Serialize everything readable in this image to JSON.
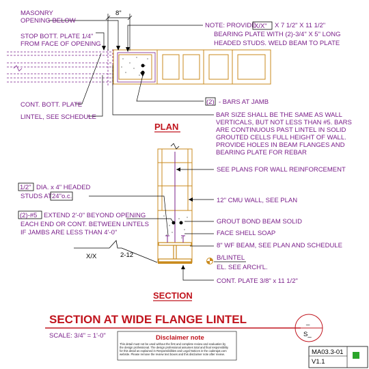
{
  "plan": {
    "title": "PLAN",
    "dim_8": "8\"",
    "masonry_line1": "MASONRY",
    "masonry_line2": "OPENING BELOW",
    "stop_line1": "STOP BOTT. PLATE 1/4\"",
    "stop_line2": "FROM FACE OF OPENING",
    "cont_bott_plate": "CONT. BOTT. PLATE",
    "lintel_schedule": "LINTEL, SEE SCHEDULE",
    "note_line1_a": "NOTE: PROVIDE",
    "note_line1_box": "X/X\"",
    "note_line1_b": "X 7 1/2\" X 11 1/2\"",
    "note_line2": "BEARING PLATE WITH (2)-3/4\" X 5\" LONG",
    "note_line3": "HEADED STUDS. WELD BEAM TO PLATE",
    "bars_box": "(2)",
    "bars_text": "- BARS AT JAMB",
    "bar_size_lines": [
      "BAR SIZE SHALL BE THE SAME AS WALL",
      "VERTICALS, BUT NOT LESS THAN #5.  BARS",
      "ARE CONTINUOUS PAST LINTEL IN SOLID",
      "GROUTED CELLS FULL HEIGHT OF WALL.",
      "PROVIDE HOLES IN BEAM FLANGES AND",
      "BEARING PLATE FOR REBAR"
    ]
  },
  "section": {
    "title": "SECTION",
    "see_plans": "SEE PLANS FOR WALL REINFORCEMENT",
    "cmu_wall": "12\" CMU WALL, SEE PLAN",
    "headed_box": "1/2\"",
    "headed_line1": "DIA. x 4\" HEADED",
    "headed_line2_a": "STUDS AT",
    "headed_line2_box": "24\"o.c.",
    "extend_box": "(2)-#5",
    "extend_line1": "EXTEND 2'-0\" BEYOND OPENING",
    "extend_line2": "EACH END OR CONT. BETWEEN LINTELS",
    "extend_line3": "IF JAMBS ARE LESS THAN 4'-0\"",
    "grout": "GROUT BOND BEAM SOLID",
    "face_shell": "FACE SHELL SOAP",
    "wf_beam": "8\" WF BEAM, SEE PLAN AND SCHEDULE",
    "blintel": "B/LINTEL",
    "el_see": "EL. SEE ARCH'L.",
    "cont_plate": "CONT. PLATE 3/8\" x 11 1/2\"",
    "xx": "X/X",
    "slope": "2-12"
  },
  "titleblock": {
    "main_title": "SECTION AT WIDE FLANGE LINTEL",
    "scale": "SCALE: 3/4\" = 1'-0\"",
    "disclaimer_title": "Disclaimer note",
    "disclaimer_lines": [
      "This detail must not be used without the first and complete review and evaluation by",
      "the design professional. The design professional assumes total and final responsibility",
      "for this detail as explained in Responsibilities and Legal Notices in the caderajat.com",
      "website. Please remove the review text boxes and this disclaimer note after review."
    ],
    "symbol_top": "_",
    "symbol_bottom": "S_",
    "detail_no": "MA03.3-01",
    "version": "V1.1"
  },
  "colors": {
    "purple": "#7a1f8a",
    "red": "#c0141d",
    "orange": "#c98a1d",
    "green": "#2aa52a"
  }
}
